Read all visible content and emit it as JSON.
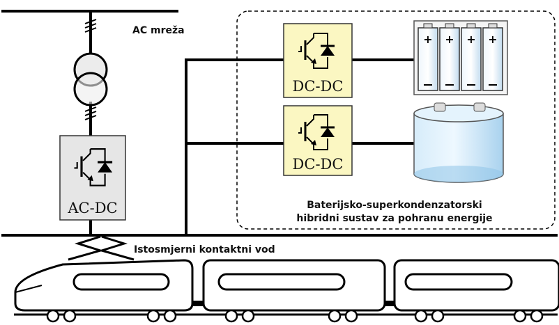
{
  "labels": {
    "ac_grid": "AC mreža",
    "ac_dc": "AC-DC",
    "dc_dc_top": "DC-DC",
    "dc_dc_bottom": "DC-DC",
    "hybrid_line1": "Baterijsko-superkondenzatorski",
    "hybrid_line2": "hibridni sustav za pohranu energije",
    "contact_line": "Istosmjerni kontaktni vod"
  },
  "colors": {
    "dc_converter_fill": "#fbf7c2",
    "ac_converter_fill": "#e6e6e6",
    "battery_fill": "#cfe6f7",
    "supercap_fill": "#bfe0f5",
    "line": "#000000"
  },
  "icons": {
    "transformer": "transformer-symbol",
    "converter": "igbt-diode-switch",
    "battery": "battery-pack",
    "supercapacitor": "supercapacitor-cylinder",
    "train": "electric-train"
  }
}
